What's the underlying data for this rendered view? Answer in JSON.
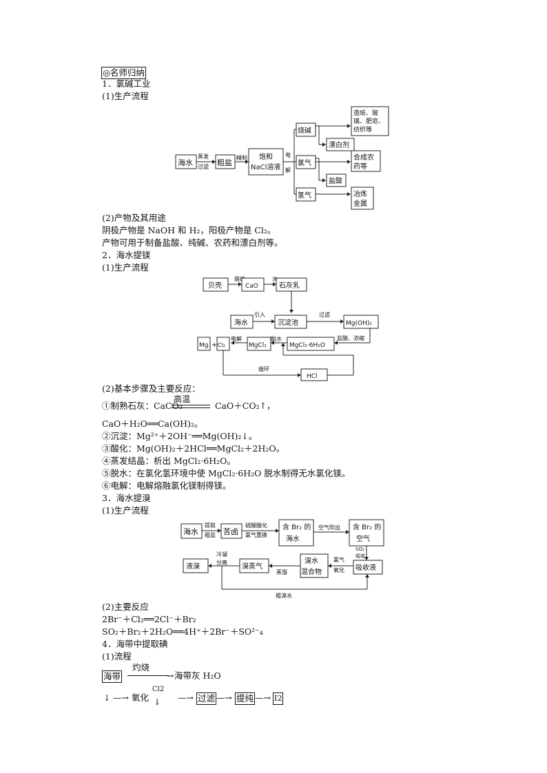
{
  "header": "◎名师归纳",
  "s1": {
    "title": "1．氯碱工业",
    "sub1": "(1)生产流程",
    "diagram": {
      "seawater": "海水",
      "evap1": "蒸发",
      "evap2": "过滤",
      "crude": "粗盐",
      "refine": "精制",
      "sat1": "饱和",
      "sat2": "NaCl溶液",
      "elec1": "电",
      "elec2": "解",
      "naoh": "烧碱",
      "cl2": "氯气",
      "h2": "氢气",
      "use1a": "造纸、玻",
      "use1b": "璃、肥皂、",
      "use1c": "纺织等",
      "bleach": "漂白剂",
      "pest1": "合成农",
      "pest2": "药等",
      "hcl": "盐酸",
      "metal1": "冶炼",
      "metal2": "金属"
    },
    "sub2": "(2)产物及其用途",
    "line1": "阴极产物是 NaOH 和 H₂，阳极产物是 Cl₂。",
    "line2": "产物可用于制备盐酸、纯碱、农药和漂白剂等。"
  },
  "s2": {
    "title": "2．海水提镁",
    "sub1": "(1)生产流程",
    "diagram": {
      "shell": "贝壳",
      "calcine": "煅烧",
      "cao": "CaO",
      "water": "水",
      "lime": "石灰乳",
      "seawater": "海水",
      "intro": "引入",
      "tank": "沉淀池",
      "filter": "过滤",
      "mgoh2": "Mg(OH)₂",
      "mg": "Mg",
      "plus": "+",
      "cl2": "Cl₂",
      "elec": "电解",
      "mgcl2": "MgCl₂",
      "dehyd": "脱水",
      "hydrate": "MgCl₂·6H₂O",
      "acid": "盐酸、浓缩",
      "cycle": "循环",
      "hcl": "HCl"
    },
    "sub2": "(2)基本步骤及主要反应：",
    "r1a": "①制熟石灰：CaCO₃",
    "r1cond": "高温",
    "r1b": "CaO＋CO₂↑，",
    "r1c": "CaO＋H₂O══Ca(OH)₂。",
    "r2": "②沉淀：Mg²⁺＋2OH⁻══Mg(OH)₂↓。",
    "r3": "③酸化：Mg(OH)₂＋2HCl══MgCl₂＋2H₂O。",
    "r4": "④蒸发结晶：析出 MgCl₂·6H₂O。",
    "r5": "⑤脱水：在氯化氢环境中使 MgCl₂·6H₂O 脱水制得无水氯化镁。",
    "r6": "⑥电解：电解熔融氯化镁制得镁。"
  },
  "s3": {
    "title": "3．海水提溴",
    "sub1": "(1)生产流程",
    "diagram": {
      "seawater": "海水",
      "ext1": "提取",
      "ext2": "粗盐",
      "brine": "苦卤",
      "acid1": "硫酸酸化",
      "acid2": "氯气置换",
      "br1a": "含 Br₂ 的",
      "br1b": "海水",
      "blow": "空气吹出",
      "br2a": "含 Br₂ 的",
      "br2b": "空气",
      "so2a": "SO₂",
      "so2b": "吸收",
      "absorb": "吸收液",
      "oxi1": "氯气",
      "oxi2": "氧化",
      "mix1": "溴水",
      "mix2": "混合物",
      "distill": "蒸馏",
      "vapor": "溴蒸气",
      "cond1": "冷凝",
      "cond2": "分离",
      "liquid": "液溴",
      "crude": "粗溴水"
    },
    "sub2": "(2)主要反应",
    "e1": "2Br⁻＋Cl₂══2Cl⁻＋Br₂",
    "e2": "SO₂＋Br₂＋2H₂O══4H⁺＋2Br⁻＋SO²⁻₄"
  },
  "s4": {
    "title": "4．海带中提取碘",
    "sub1": "(1)流程",
    "kelp": "海带",
    "burn": "灼烧",
    "ash": "海带灰 H₂O",
    "oxidize": "氧化",
    "cl2": "Cl2",
    "filter": "过滤",
    "purify": "提纯",
    "i2": "I2"
  }
}
